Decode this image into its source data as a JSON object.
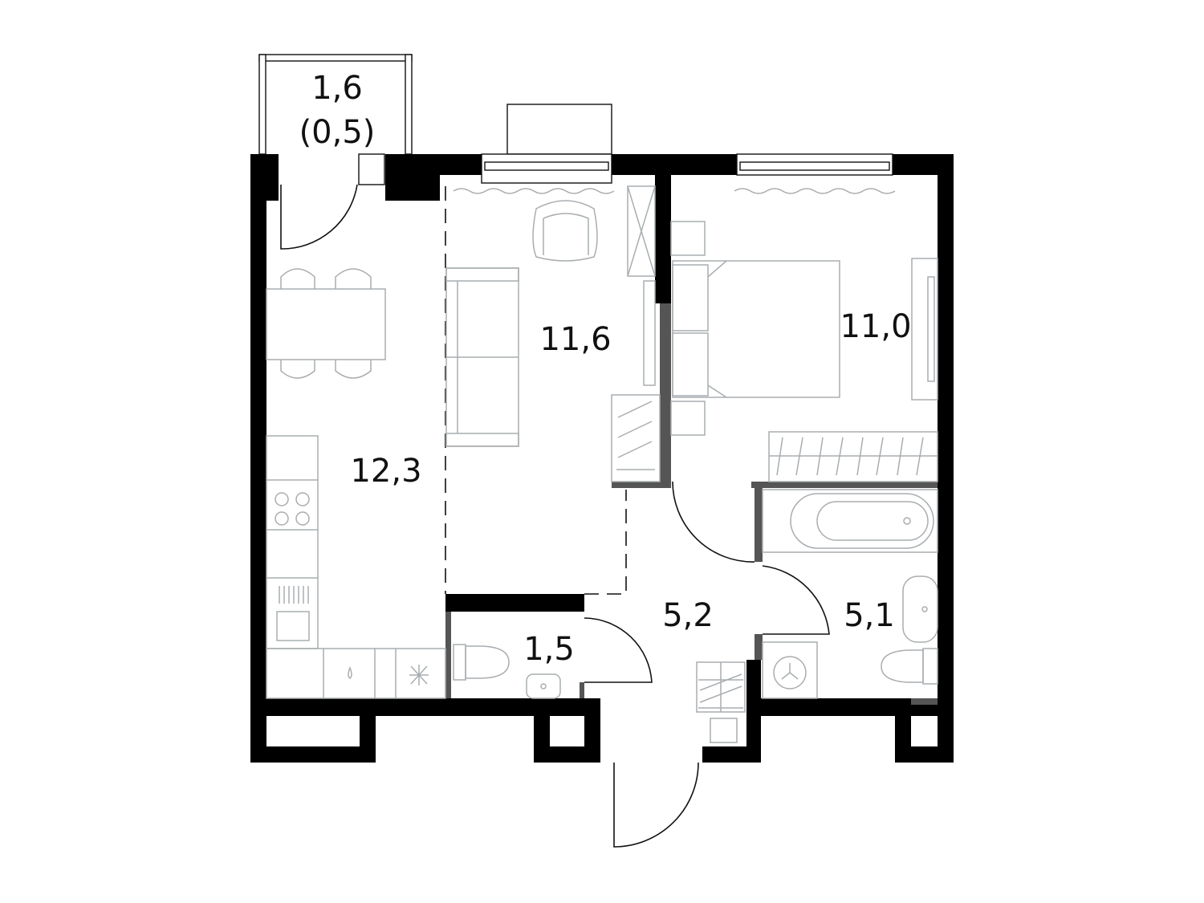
{
  "plan": {
    "rooms": [
      {
        "id": "balcony",
        "area": "1,6",
        "area_reduced": "(0,5)"
      },
      {
        "id": "kitchen",
        "area": "12,3"
      },
      {
        "id": "living",
        "area": "11,6"
      },
      {
        "id": "bedroom",
        "area": "11,0"
      },
      {
        "id": "hall",
        "area": "5,2"
      },
      {
        "id": "bathroom",
        "area": "5,1"
      },
      {
        "id": "wc",
        "area": "1,5"
      }
    ],
    "colors": {
      "wall": "#000000",
      "partition": "#555555",
      "furniture": "#a9adb0"
    }
  }
}
